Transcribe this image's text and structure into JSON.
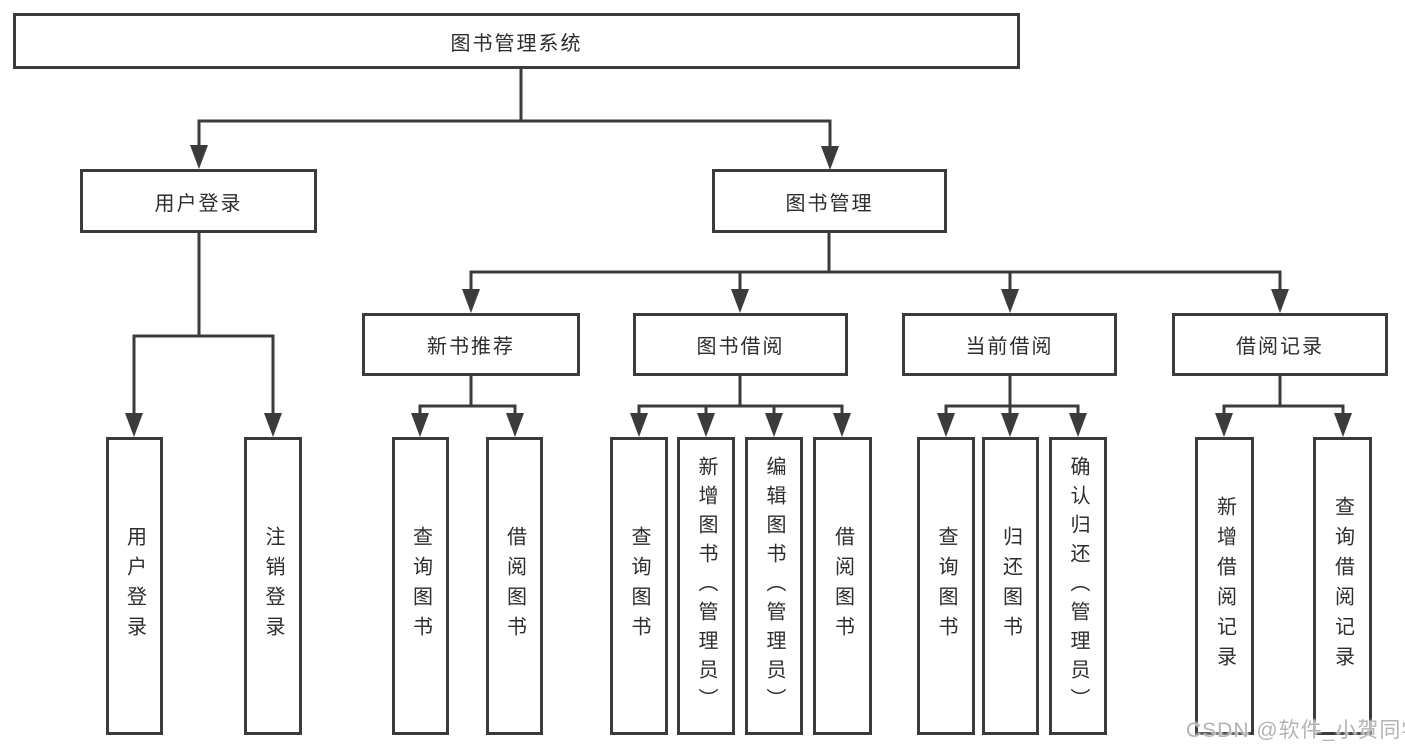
{
  "tree": {
    "root": {
      "label": "图书管理系统",
      "children": [
        {
          "label": "用户登录",
          "children": [
            {
              "label": "用户登录"
            },
            {
              "label": "注销登录"
            }
          ]
        },
        {
          "label": "图书管理",
          "children": [
            {
              "label": "新书推荐",
              "children": [
                {
                  "label": "查询图书"
                },
                {
                  "label": "借阅图书"
                }
              ]
            },
            {
              "label": "图书借阅",
              "children": [
                {
                  "label": "查询图书"
                },
                {
                  "label": "新增图书（管理员）"
                },
                {
                  "label": "编辑图书（管理员）"
                },
                {
                  "label": "借阅图书"
                }
              ]
            },
            {
              "label": "当前借阅",
              "children": [
                {
                  "label": "查询图书"
                },
                {
                  "label": "归还图书"
                },
                {
                  "label": "确认归还（管理员）"
                }
              ]
            },
            {
              "label": "借阅记录",
              "children": [
                {
                  "label": "新增借阅记录"
                },
                {
                  "label": "查询借阅记录"
                }
              ]
            }
          ]
        }
      ]
    }
  },
  "colors": {
    "line": "#3b3b3b",
    "text": "#2d2d2d",
    "background": "#ffffff",
    "watermark": "#b4b4b4"
  },
  "watermark": {
    "text": "CSDN @软件_小贺同学"
  }
}
